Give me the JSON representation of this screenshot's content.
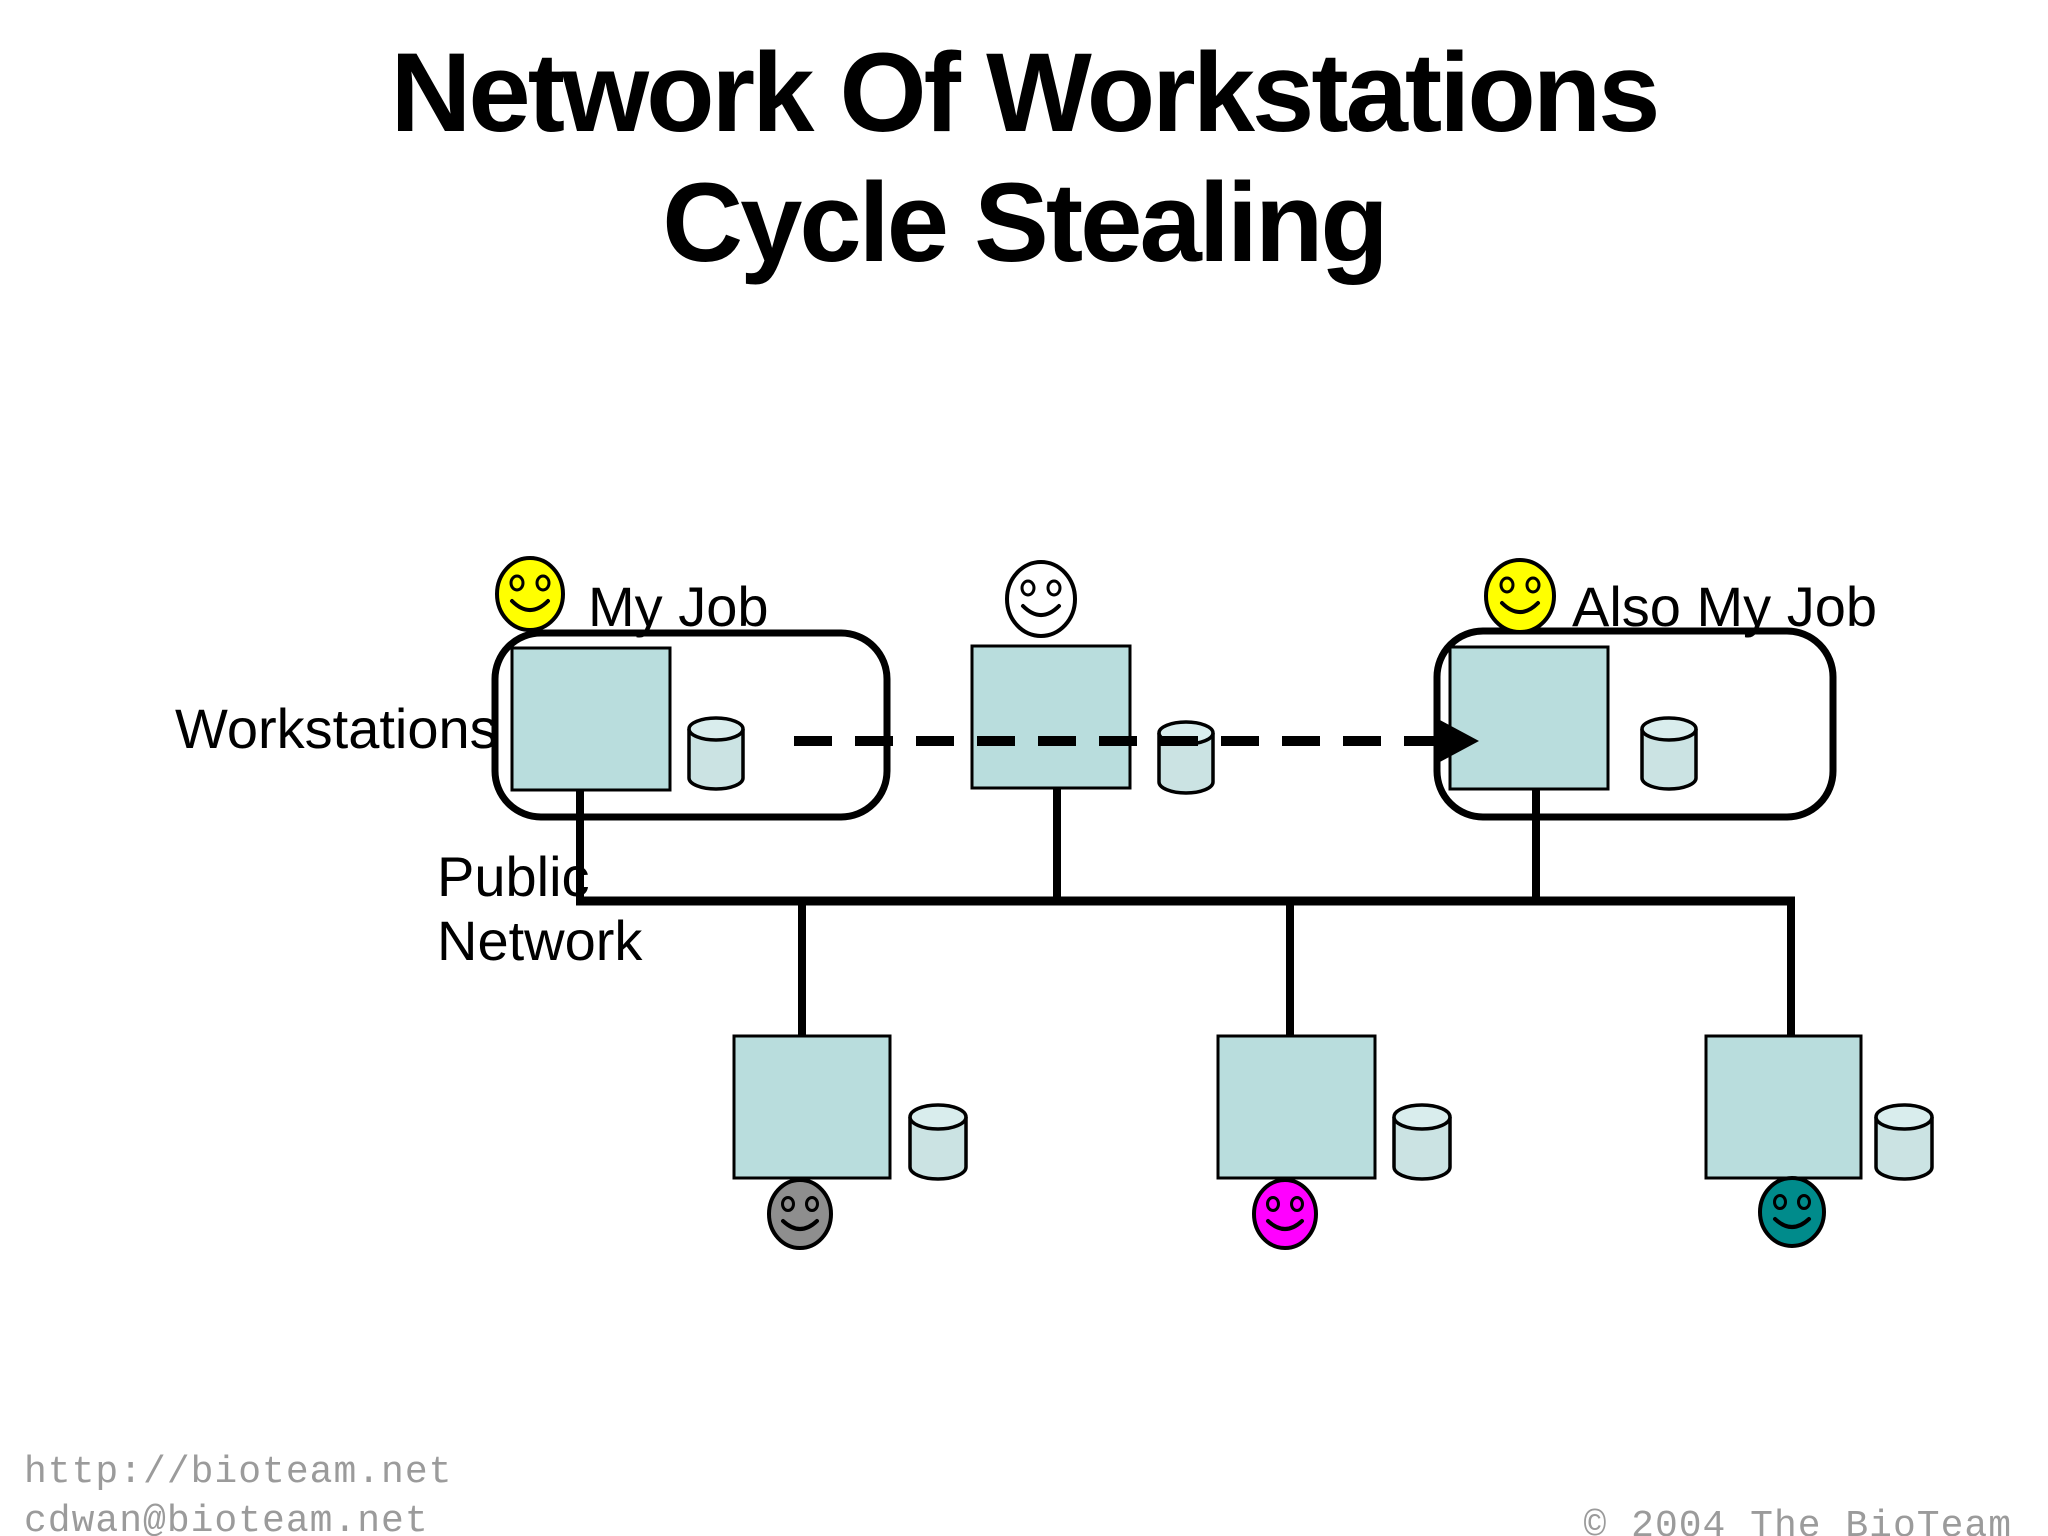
{
  "slide": {
    "title_line1": "Network Of Workstations",
    "title_line2": "Cycle Stealing"
  },
  "labels": {
    "workstations": "Workstations",
    "my_job": "My Job",
    "also_my_job": "Also My Job",
    "public": "Public",
    "network": "Network"
  },
  "footer": {
    "url": "http://bioteam.net",
    "email": "cdwan@bioteam.net",
    "copyright": "© 2004 The BioTeam"
  },
  "colors": {
    "computer_fill": "#b9dddd",
    "disk_fill": "#cbe3e3",
    "disk_top_fill": "#d9eded",
    "box_fill": "#ffffff",
    "my_job_smiley_fill": "#ffff00",
    "idle_smiley_fill": "#ffffff",
    "remote_user_gray_fill": "#8e8e8e",
    "remote_user_magenta_fill": "#ff00ff",
    "remote_user_teal_fill": "#008b8b",
    "footer_text": "#9b9b9b"
  }
}
